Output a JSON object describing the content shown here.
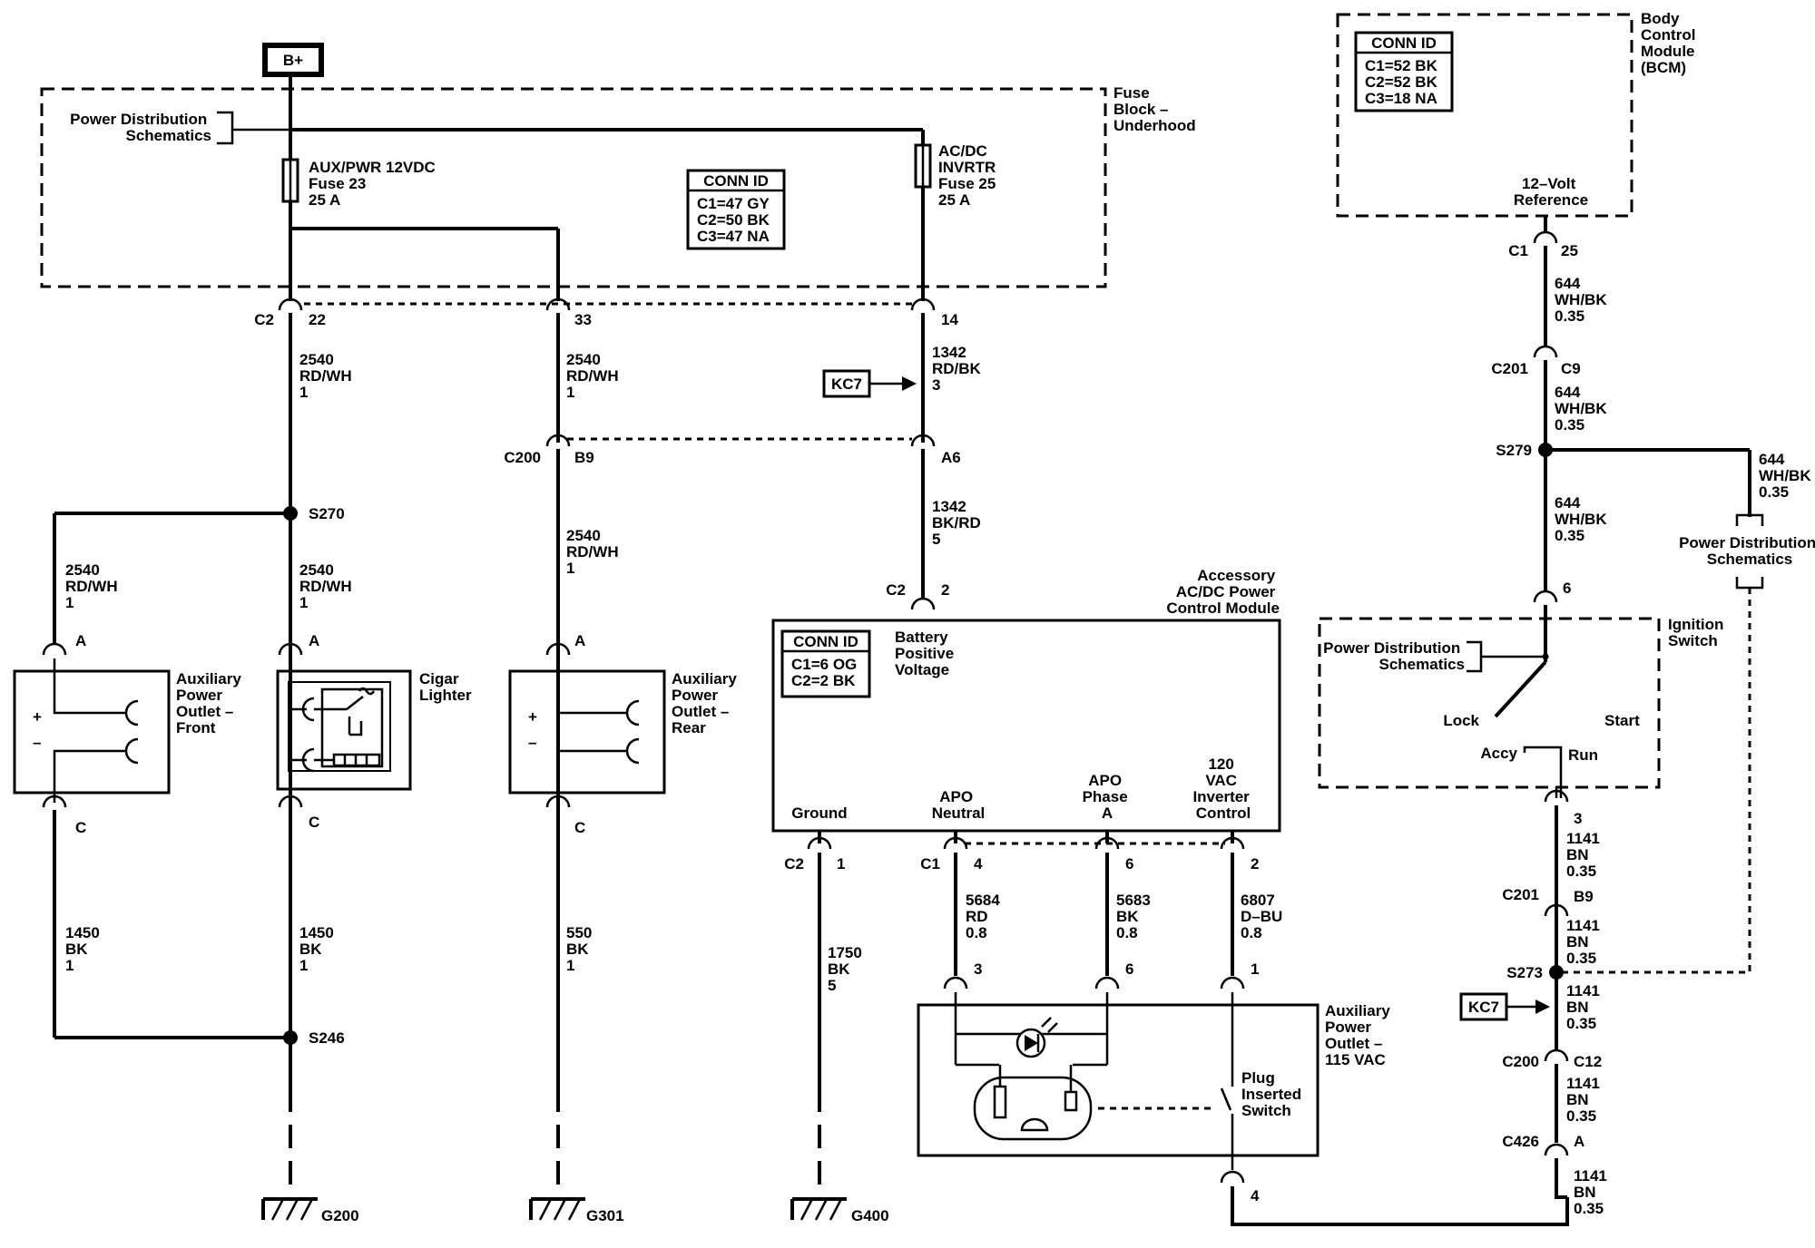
{
  "battery": "B+",
  "fuse_block": {
    "title": [
      "Fuse",
      "Block –",
      "Underhood"
    ],
    "power_dist": [
      "Power Distribution",
      "Schematics"
    ],
    "fuse23": [
      "AUX/PWR 12VDC",
      "Fuse 23",
      "25 A"
    ],
    "fuse25": [
      "AC/DC",
      "INVRTR",
      "Fuse 25",
      "25 A"
    ],
    "conn_title": "CONN ID",
    "conn": [
      "C1=47 GY",
      "C2=50 BK",
      "C3=47 NA"
    ]
  },
  "bcm": {
    "title": [
      "Body",
      "Control",
      "Module",
      "(BCM)"
    ],
    "conn_title": "CONN ID",
    "conn": [
      "C1=52 BK",
      "C2=52 BK",
      "C3=18 NA"
    ],
    "ref": [
      "12–Volt",
      "Reference"
    ]
  },
  "connectors": {
    "c2": "C2",
    "c2_22": "22",
    "c2_33": "33",
    "c2_14": "14",
    "c200": "C200",
    "b9": "B9",
    "a6": "A6",
    "c1_bcm": "C1",
    "c1_bcm_pin": "25",
    "c201": "C201",
    "c9": "C9",
    "s279": "S279",
    "s270": "S270",
    "s246": "S246",
    "ign_pin6": "6",
    "mod_c2": "C2",
    "mod_c2_pin": "2",
    "pin_a": "A",
    "pin_c": "C",
    "gnd_c2": "C2",
    "gnd_pin": "1",
    "c1_mod": "C1",
    "pin4": "4",
    "pin6": "6",
    "pin2": "2",
    "out_pin3": "3",
    "out_pin6": "6",
    "out_pin1": "1",
    "out_pin4": "4",
    "ign_pin3": "3",
    "c201b": "C201",
    "b9b": "B9",
    "s273": "S273",
    "c200b": "C200",
    "c12": "C12",
    "c426": "C426",
    "c426_pin": "A"
  },
  "wires": {
    "w2540_22": [
      "2540",
      "RD/WH",
      "1"
    ],
    "w2540_33": [
      "2540",
      "RD/WH",
      "1"
    ],
    "w1342_a": [
      "1342",
      "RD/BK",
      "3"
    ],
    "w2540_b9": [
      "2540",
      "RD/WH",
      "1"
    ],
    "w1342_b": [
      "1342",
      "BK/RD",
      "5"
    ],
    "w2540_front": [
      "2540",
      "RD/WH",
      "1"
    ],
    "w2540_cigar": [
      "2540",
      "RD/WH",
      "1"
    ],
    "w1450_front": [
      "1450",
      "BK",
      "1"
    ],
    "w1450_cigar": [
      "1450",
      "BK",
      "1"
    ],
    "w550": [
      "550",
      "BK",
      "1"
    ],
    "w1750": [
      "1750",
      "BK",
      "5"
    ],
    "w5684": [
      "5684",
      "RD",
      "0.8"
    ],
    "w5683": [
      "5683",
      "BK",
      "0.8"
    ],
    "w6807": [
      "6807",
      "D–BU",
      "0.8"
    ],
    "w644_a": [
      "644",
      "WH/BK",
      "0.35"
    ],
    "w644_b": [
      "644",
      "WH/BK",
      "0.35"
    ],
    "w644_c": [
      "644",
      "WH/BK",
      "0.35"
    ],
    "w644_d": [
      "644",
      "WH/BK",
      "0.35"
    ],
    "w1141_a": [
      "1141",
      "BN",
      "0.35"
    ],
    "w1141_b": [
      "1141",
      "BN",
      "0.35"
    ],
    "w1141_c": [
      "1141",
      "BN",
      "0.35"
    ],
    "w1141_d": [
      "1141",
      "BN",
      "0.35"
    ],
    "w1141_e": [
      "1141",
      "BN",
      "0.35"
    ]
  },
  "kc7": "KC7",
  "kc7b": "KC7",
  "outlet_front": [
    "Auxiliary",
    "Power",
    "Outlet –",
    "Front"
  ],
  "cigar": [
    "Cigar",
    "Lighter"
  ],
  "outlet_rear": [
    "Auxiliary",
    "Power",
    "Outlet –",
    "Rear"
  ],
  "module": {
    "title": [
      "Accessory",
      "AC/DC Power",
      "Control Module"
    ],
    "conn_title": "CONN ID",
    "conn": [
      "C1=6 OG",
      "C2=2 BK"
    ],
    "battery": [
      "Battery",
      "Positive",
      "Voltage"
    ],
    "ground": "Ground",
    "neutral": [
      "APO",
      "Neutral"
    ],
    "phase": [
      "APO",
      "Phase",
      "A"
    ],
    "inverter": [
      "120",
      "VAC",
      "Inverter",
      "Control"
    ]
  },
  "ignition": {
    "title": [
      "Ignition",
      "Switch"
    ],
    "power_dist": [
      "Power Distribution",
      "Schematics"
    ],
    "lock": "Lock",
    "start": "Start",
    "accy": "Accy",
    "run": "Run"
  },
  "pd_right": [
    "Power Distribution",
    "Schematics"
  ],
  "outlet_115": [
    "Auxiliary",
    "Power",
    "Outlet –",
    "115 VAC"
  ],
  "plug_switch": [
    "Plug",
    "Inserted",
    "Switch"
  ],
  "grounds": {
    "g200": "G200",
    "g301": "G301",
    "g400": "G400"
  }
}
